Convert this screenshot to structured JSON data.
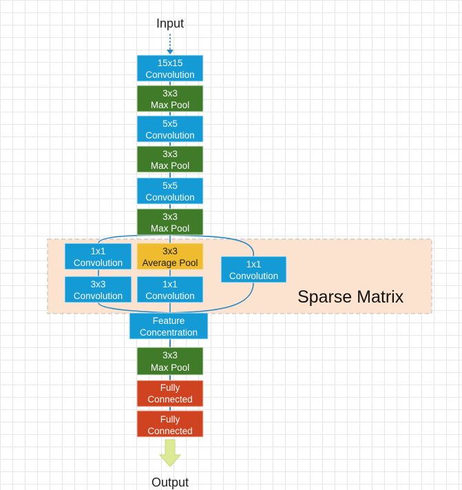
{
  "diagram": {
    "input_label": "Input",
    "output_label": "Output",
    "sparse_label": "Sparse Matrix",
    "colors": {
      "conv": "#149ad4",
      "pool": "#3f7b29",
      "avg_pool": "#efbc2f",
      "fc": "#cf4320",
      "connector": "#2a86c0",
      "output_arrow": "#dcea96",
      "sparse_fill": "#fbe3cf",
      "sparse_border": "#c5c5c5"
    },
    "trunk": [
      {
        "id": "conv-15x15",
        "kind": "conv",
        "line1": "15x15",
        "line2": "Convolution"
      },
      {
        "id": "maxpool-1",
        "kind": "pool",
        "line1": "3x3",
        "line2": "Max Pool"
      },
      {
        "id": "conv-5x5-1",
        "kind": "conv",
        "line1": "5x5",
        "line2": "Convolution"
      },
      {
        "id": "maxpool-2",
        "kind": "pool",
        "line1": "3x3",
        "line2": "Max Pool"
      },
      {
        "id": "conv-5x5-2",
        "kind": "conv",
        "line1": "5x5",
        "line2": "Convolution"
      },
      {
        "id": "maxpool-3",
        "kind": "pool",
        "line1": "3x3",
        "line2": "Max Pool"
      }
    ],
    "sparse": {
      "conv1x1_left": {
        "line1": "1x1",
        "line2": "Convolution"
      },
      "conv3x3": {
        "line1": "3x3",
        "line2": "Convolution"
      },
      "avg_pool": {
        "line1": "3x3",
        "line2": "Average Pool"
      },
      "conv1x1_mid": {
        "line1": "1x1",
        "line2": "Convolution"
      },
      "conv1x1_right": {
        "line1": "1x1",
        "line2": "Convolution"
      }
    },
    "tail": [
      {
        "id": "feature-concentration",
        "kind": "conv",
        "line1": "Feature",
        "line2": "Concentration"
      },
      {
        "id": "maxpool-4",
        "kind": "pool",
        "line1": "3x3",
        "line2": "Max Pool"
      },
      {
        "id": "fc-1",
        "kind": "fc",
        "line1": "Fully",
        "line2": "Connected"
      },
      {
        "id": "fc-2",
        "kind": "fc",
        "line1": "Fully",
        "line2": "Connected"
      }
    ]
  }
}
